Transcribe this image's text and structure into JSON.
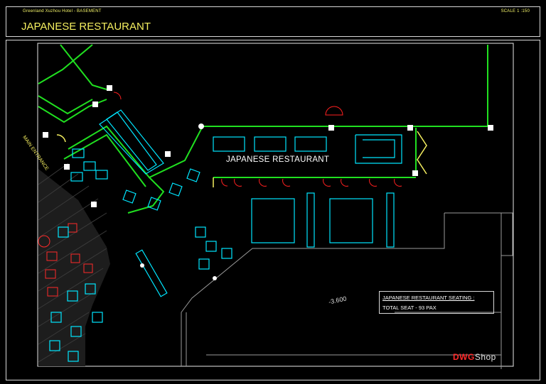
{
  "header": {
    "sheet": "Greenland Xuzhou Hotel - BASEMENT",
    "scale": "SCALE 1 :150",
    "title": "JAPANESE RESTAURANT"
  },
  "plan": {
    "main_entrance": "MAIN ENTRANCE",
    "restaurant_name": "JAPANESE RESTAURANT",
    "level_mark": "-3.600"
  },
  "seating": {
    "title": "JAPANESE RESTAURANT SEATING :",
    "total": "TOTAL SEAT - 93 PAX"
  },
  "watermark": {
    "brand": "DWG",
    "rest": "Shop"
  },
  "colors": {
    "wall": "#20e020",
    "furniture": "#00e6ff",
    "door": "#ff2020",
    "text": "#f6f060",
    "frame": "#d8d8d8"
  }
}
